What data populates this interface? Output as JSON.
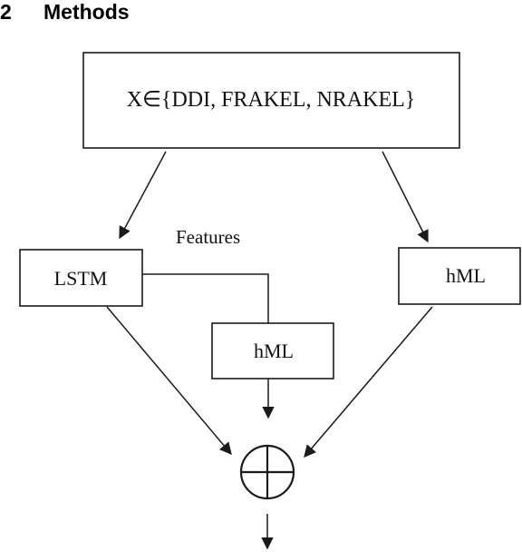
{
  "section": {
    "number": "2",
    "title": "Methods"
  },
  "diagram": {
    "input_box": "X∈{DDI, FRAKEL, NRAKEL}",
    "features_label": "Features",
    "lstm_box": "LSTM",
    "hml_middle_box": "hML",
    "hml_right_box": "hML",
    "combine_symbol": "circled-plus"
  },
  "colors": {
    "stroke": "#1a1a1a",
    "text": "#111111",
    "background": "#ffffff"
  }
}
